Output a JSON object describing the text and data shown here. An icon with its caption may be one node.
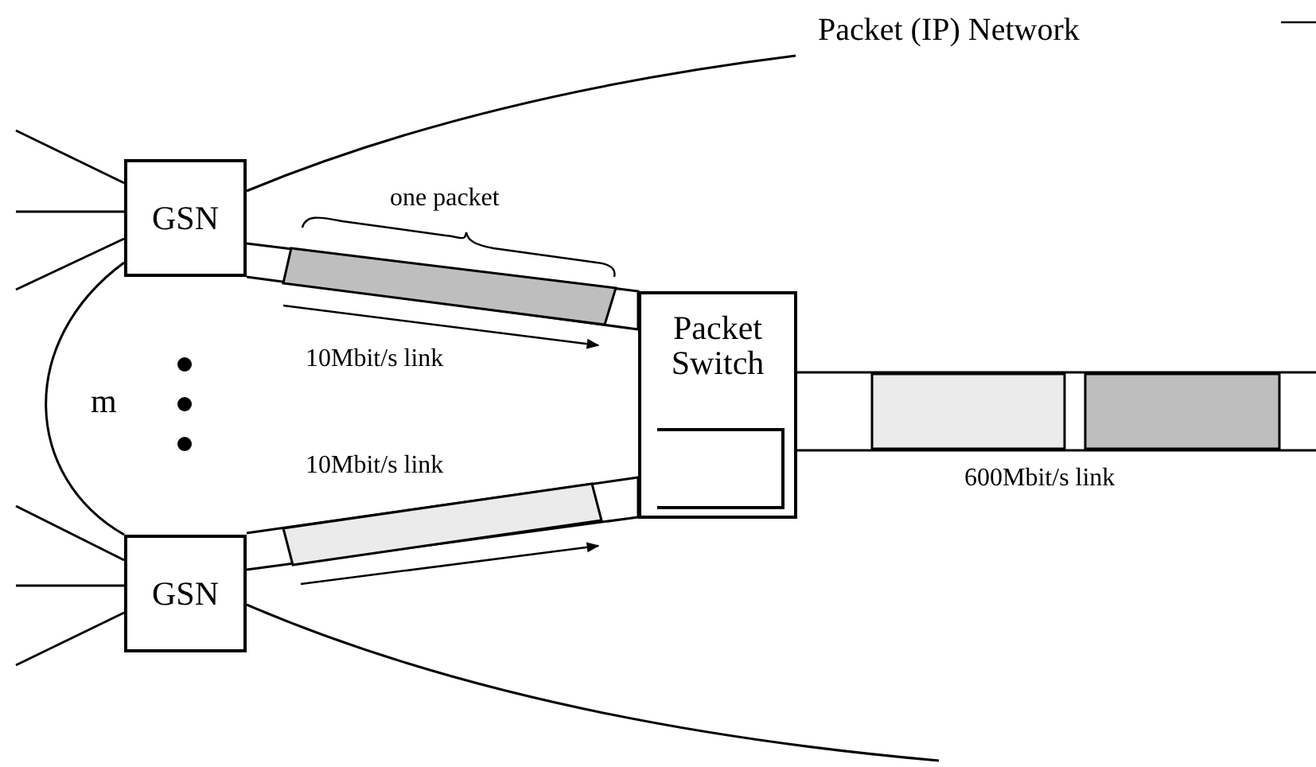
{
  "diagram": {
    "nodes": [
      {
        "text": [
          "GSN"
        ]
      },
      {
        "text": [
          "GSN"
        ]
      },
      {
        "text": [
          "Packet Switch"
        ]
      },
      {
        "text": [],
        "shape": "box",
        "in": 2
      },
      {
        "text": [],
        "shape": "box"
      },
      {
        "text": [],
        "shape": "box"
      },
      {
        "text": [],
        "shape": "box"
      },
      {
        "text": [],
        "shape": "box"
      }
    ],
    "edges": [
      {
        "from": 0,
        "to": 2,
        "arrow": "none",
        "label": "10Mbit/s link"
      },
      {
        "from": 1,
        "to": 2,
        "arrow": "none",
        "label": "10Mbit/s link"
      },
      {
        "from": 2,
        "to": null,
        "arrow": "none",
        "label": "600Mbit/s link"
      },
      {
        "from": null,
        "to": 0,
        "arrow": "none"
      },
      {
        "from": null,
        "to": 0,
        "arrow": "none"
      },
      {
        "from": null,
        "to": 0,
        "arrow": "none"
      },
      {
        "from": null,
        "to": 1,
        "arrow": "none"
      },
      {
        "from": null,
        "to": 1,
        "arrow": "none"
      },
      {
        "from": null,
        "to": 1,
        "arrow": "none"
      },
      {
        "from": 0,
        "to": 1,
        "arrow": "none"
      },
      {
        "from": 0,
        "to": null,
        "arrow": "none"
      },
      {
        "from": 1,
        "to": null,
        "arrow": "none"
      }
    ],
    "labels": [
      "Packet (IP) Network",
      "one packet",
      "m"
    ]
  }
}
